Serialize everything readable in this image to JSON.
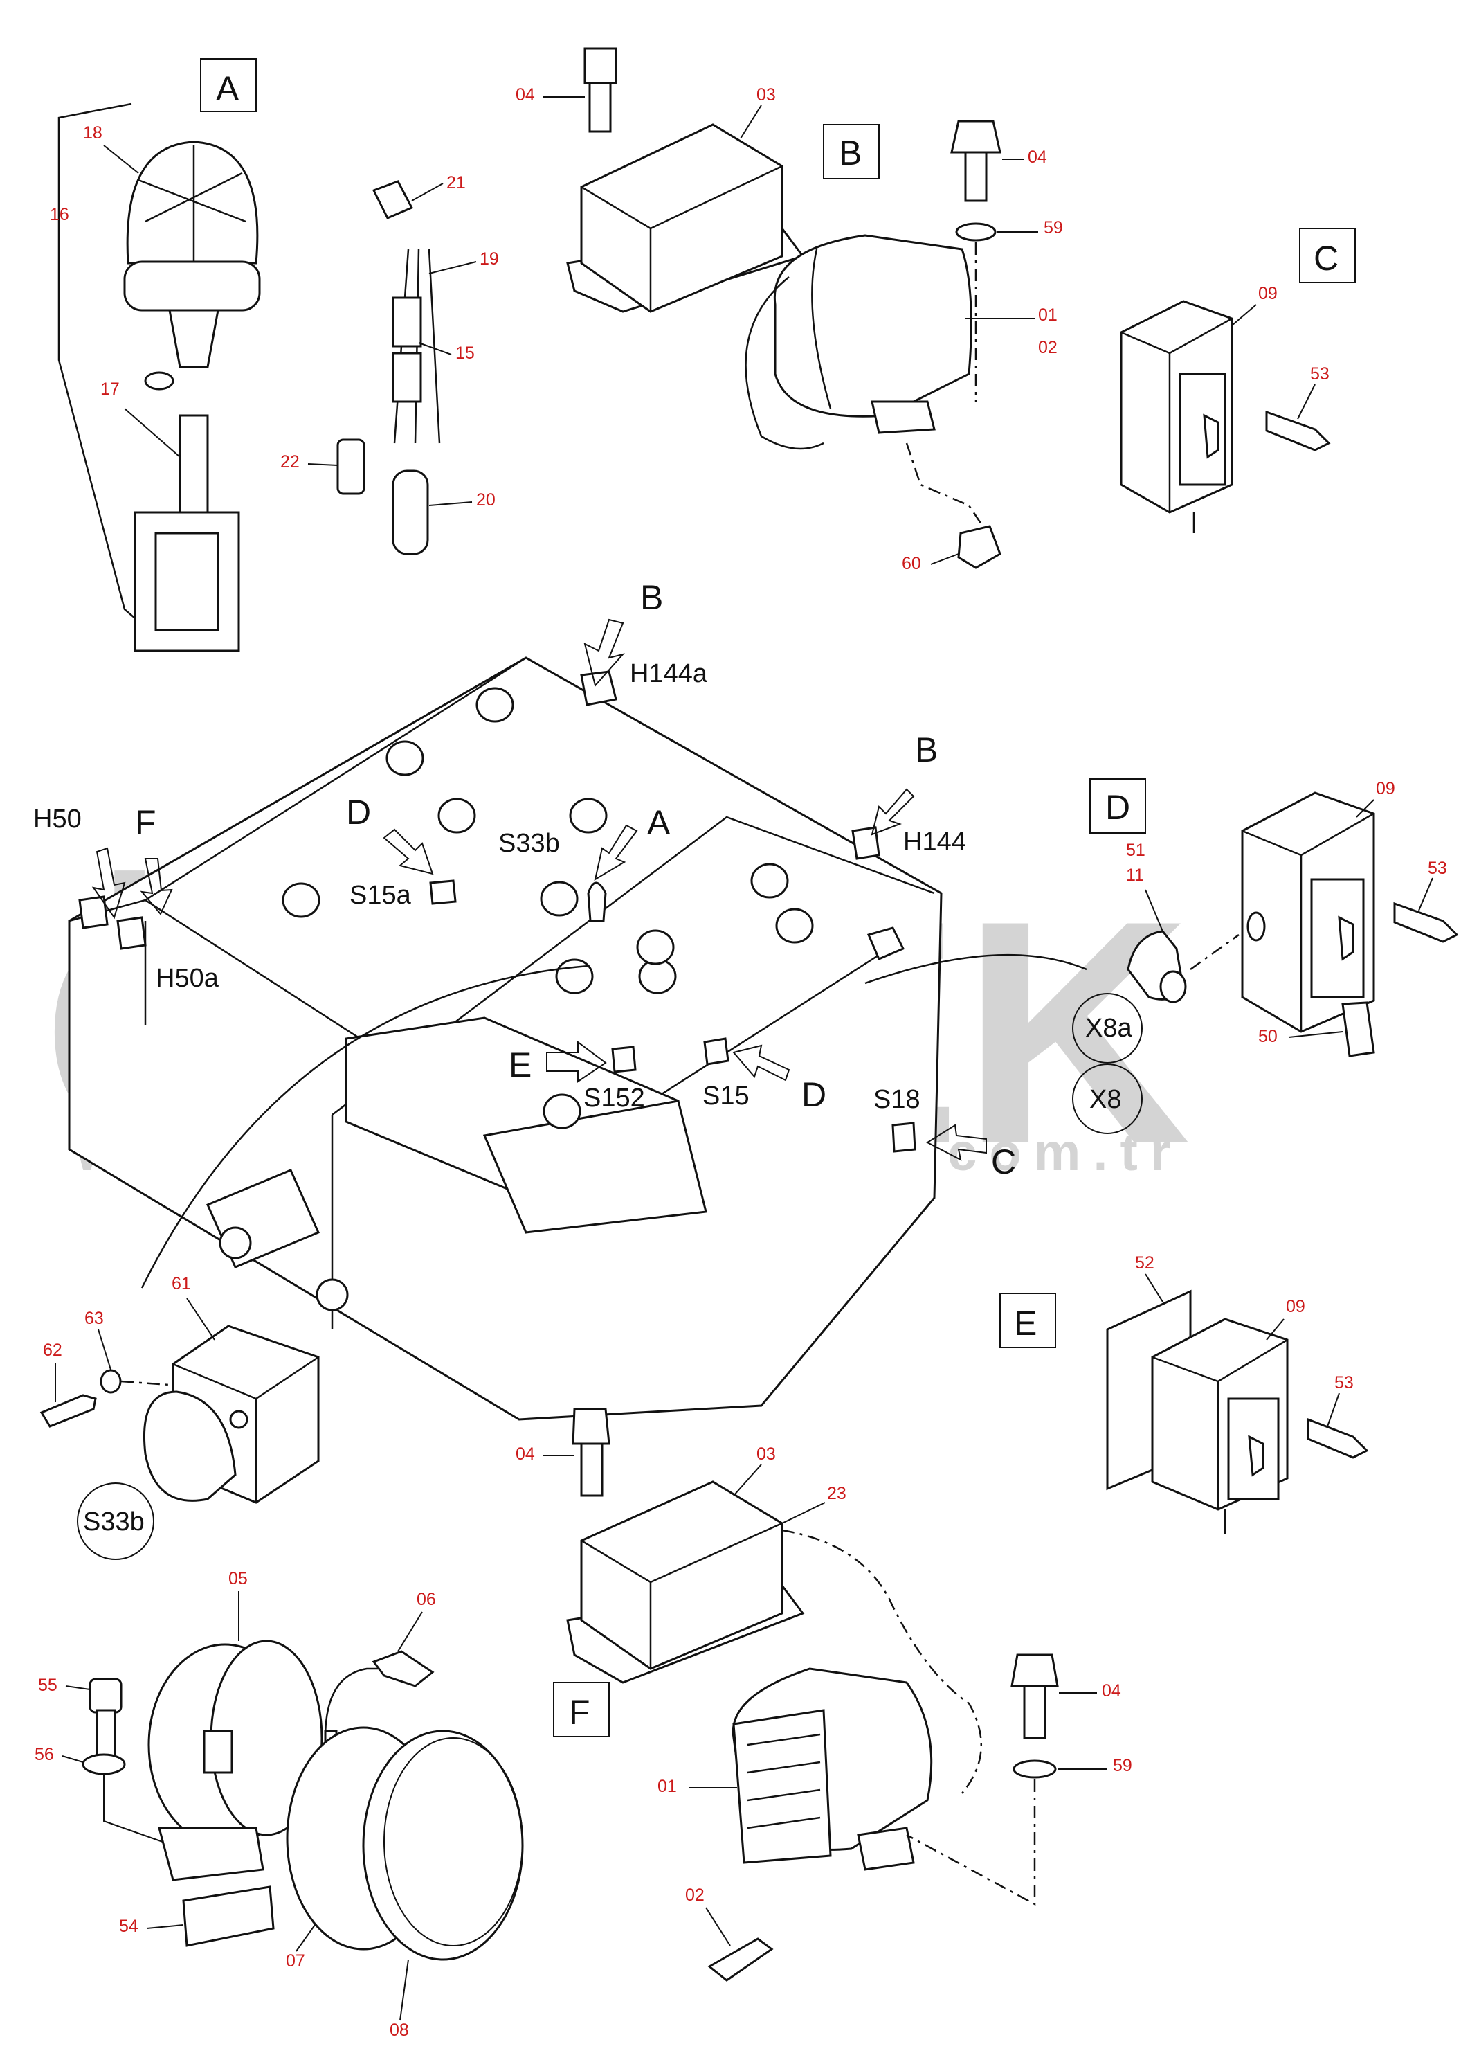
{
  "watermark": {
    "brand": "ÖRNEK",
    "url": "www.ornekismakinalari.com.tr",
    "color": "#d4d4d4",
    "accent": "#f5c96b"
  },
  "detail_boxes": {
    "A": "A",
    "B": "B",
    "C": "C",
    "D": "D",
    "E": "E",
    "F": "F"
  },
  "machine_labels": {
    "B_top": "B",
    "H144a": "H144a",
    "B_right": "B",
    "H144": "H144",
    "H50": "H50",
    "F": "F",
    "D": "D",
    "S15a": "S15a",
    "S33b": "S33b",
    "A": "A",
    "H50a": "H50a",
    "E": "E",
    "S152": "S152",
    "S15": "S15",
    "D2": "D",
    "S18": "S18",
    "C": "C",
    "X8a": "X8a",
    "X8": "X8",
    "S33b_circle": "S33b"
  },
  "part_numbers": {
    "p16": "16",
    "p18": "18",
    "p17": "17",
    "p21": "21",
    "p19": "19",
    "p15": "15",
    "p22": "22",
    "p20": "20",
    "b04": "04",
    "b03": "03",
    "b04r": "04",
    "b59": "59",
    "b01": "01",
    "b02": "02",
    "b60": "60",
    "c09": "09",
    "c53": "53",
    "d51": "51",
    "d11": "11",
    "d09": "09",
    "d53": "53",
    "d50": "50",
    "s61": "61",
    "s63": "63",
    "s62": "62",
    "e52": "52",
    "e09": "09",
    "e53": "53",
    "f04": "04",
    "f03": "03",
    "f23": "23",
    "f04r": "04",
    "f59": "59",
    "f01": "01",
    "f02": "02",
    "l05": "05",
    "l06": "06",
    "l55": "55",
    "l56": "56",
    "l54": "54",
    "l07": "07",
    "l08": "08"
  },
  "colors": {
    "part_number": "#cc1a1a",
    "line": "#111111"
  }
}
